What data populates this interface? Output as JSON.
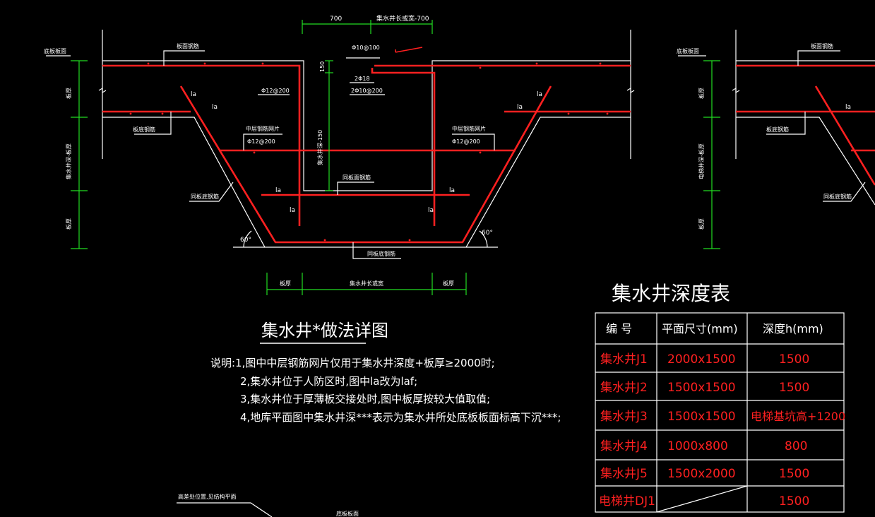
{
  "drawing": {
    "title": "集水井*做法详图",
    "notes": [
      "说明:1,图中中层钢筋网片仅用于集水井深度+板厚≥2000时;",
      "2,集水井位于人防区时,图中la改为laf;",
      "3,集水井位于厚薄板交接处时,图中板厚按较大值取值;",
      "4,地库平面图中集水井深***表示为集水井所处底板板面标高下沉***;"
    ],
    "labels": {
      "top_dim_a": "700",
      "top_dim_b": "集水井长或宽-700",
      "face_rebar": "底板板面",
      "top_rebar": "板面钢筋",
      "bottom_rebar": "板底钢筋",
      "bottom_rebar_same": "同板底钢筋",
      "same_face_rebar": "同板面钢筋",
      "mid_mesh_left": "中层钢筋网片",
      "mid_mesh_right": "中层钢筋网片",
      "mid_mesh_spec_left": "Φ12@200",
      "mid_mesh_spec_right": "Φ12@200",
      "spec_top": "Φ10@100",
      "spec_2phi18": "2Φ18",
      "spec_2phi10": "2Φ10@200",
      "spec_phi12": "Φ12@200",
      "la": "la",
      "angle": "60°",
      "dim_150": "150",
      "dim_depth": "集水井深-150",
      "dim_board": "板厚",
      "dim_well": "集水井长或宽",
      "side_thick1": "板厚",
      "side_depth": "集水井深-板厚",
      "side_thick2": "板厚",
      "side_depth_right": "电梯井深-板厚",
      "bottom_left_note": "高差处位置,见结构平面",
      "bottom_mid_note": "底板板面"
    }
  },
  "table": {
    "title": "集水井深度表",
    "headers": [
      "编 号",
      "平面尺寸(mm)",
      "深度h(mm)"
    ],
    "rows": [
      {
        "id": "集水井J1",
        "size": "2000x1500",
        "depth": "1500"
      },
      {
        "id": "集水井J2",
        "size": "1500x1500",
        "depth": "1500"
      },
      {
        "id": "集水井J3",
        "size": "1500x1500",
        "depth": "电梯基坑高+1200"
      },
      {
        "id": "集水井J4",
        "size": "1000x800",
        "depth": "800"
      },
      {
        "id": "集水井J5",
        "size": "1500x2000",
        "depth": "1500"
      },
      {
        "id": "电梯井DJ1",
        "size": "",
        "depth": "1500"
      }
    ],
    "colors": {
      "grid": "#ffffff",
      "value": "#ff2020",
      "header": "#ffffff"
    }
  },
  "colors": {
    "background": "#000000",
    "line": "#ffffff",
    "rebar": "#ff2020",
    "dimension": "#22dd22"
  }
}
